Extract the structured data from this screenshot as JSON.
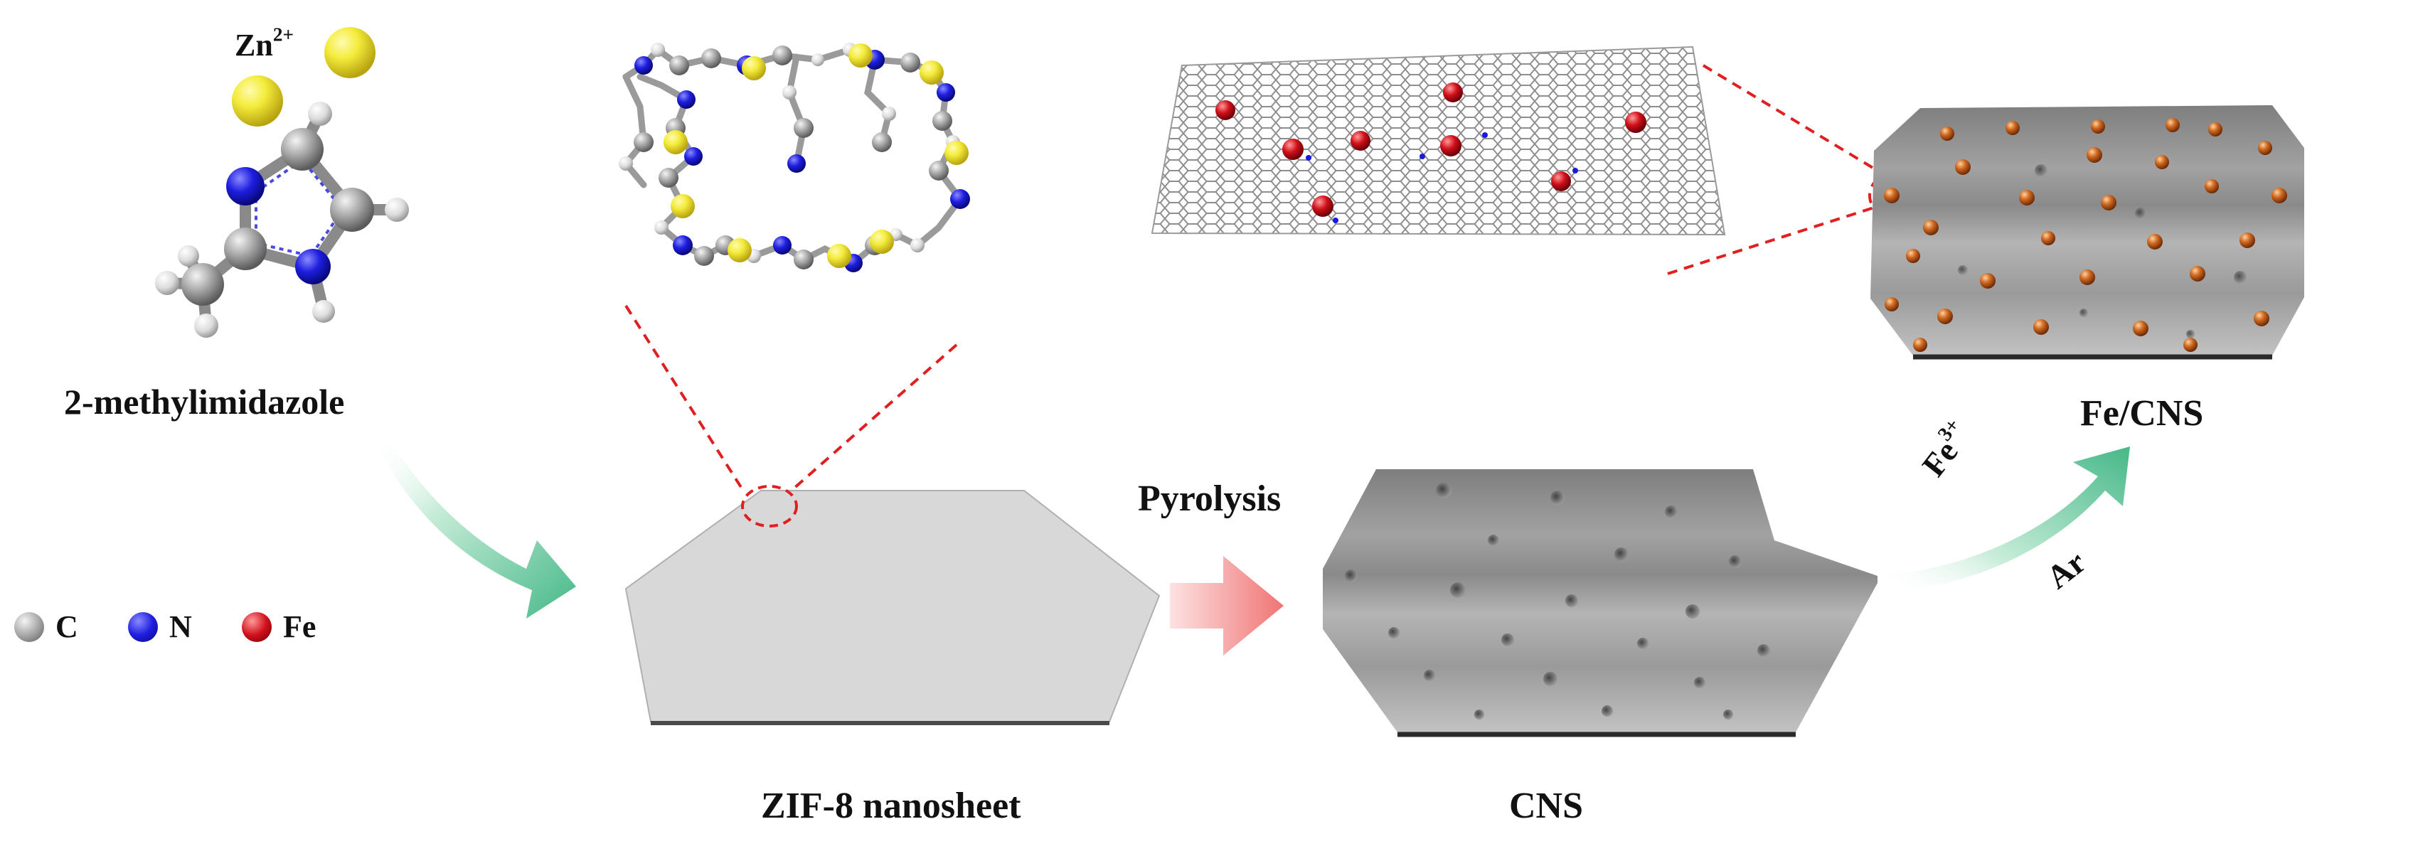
{
  "labels": {
    "zn_ion": "Zn",
    "zn_ion_charge": "2+",
    "ligand": "2-methylimidazole",
    "zif8": "ZIF-8 nanosheet",
    "pyrolysis": "Pyrolysis",
    "cns": "CNS",
    "fe_cns": "Fe/CNS",
    "fe_ion": "Fe",
    "fe_ion_charge": "3+",
    "atmosphere": "Ar"
  },
  "legend": [
    {
      "symbol": "C",
      "color": "#9a9a9a"
    },
    {
      "symbol": "N",
      "color": "#1a1adf"
    },
    {
      "symbol": "Fe",
      "color": "#d0101a"
    }
  ],
  "colors": {
    "zn_atom": "#f2ea3a",
    "carbon_atom": "#9a9a9a",
    "nitrogen_atom": "#1a1adf",
    "iron_atom": "#d0101a",
    "fe_particle": "#c8621e",
    "sheet_gray": "#8e8e8e",
    "zif_sheet": "#d8d8d8",
    "green_arrow": "#5cc79a",
    "red_arrow": "#f08a8a",
    "dashed_line": "#e02020"
  },
  "icons": {
    "zn_atom": "yellow-sphere-icon",
    "molecule": "methylimidazole-ball-stick-icon",
    "framework": "zif8-ring-structure-icon",
    "graphene": "graphene-lattice-icon"
  }
}
